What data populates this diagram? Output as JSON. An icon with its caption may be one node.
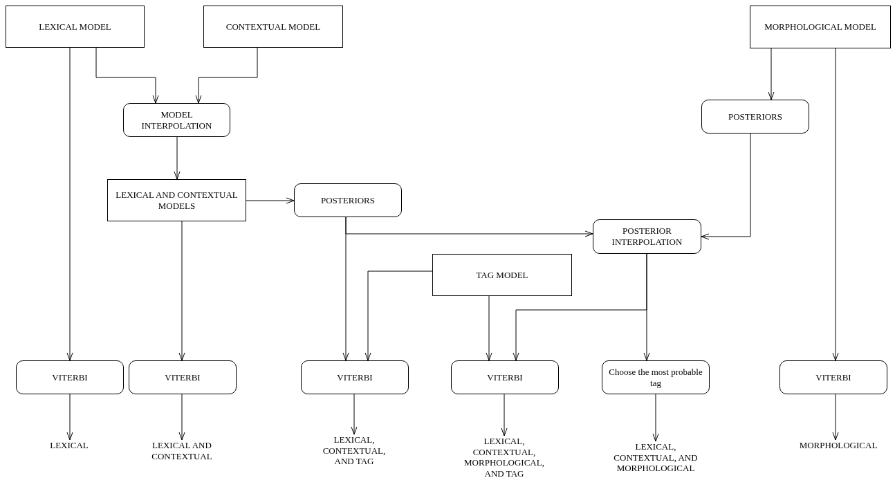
{
  "diagram": {
    "nodes": [
      {
        "text": [
          "LEXICAL MODEL"
        ]
      },
      {
        "text": [
          "CONTEXTUAL MODEL"
        ]
      },
      {
        "text": [
          "MORPHOLOGICAL MODEL"
        ]
      },
      {
        "text": [
          "MODEL INTERPOLATION"
        ]
      },
      {
        "text": [
          "POSTERIORS"
        ]
      },
      {
        "text": [
          "LEXICAL AND CONTEXTUAL MODELS"
        ]
      },
      {
        "text": [
          "POSTERIORS"
        ]
      },
      {
        "text": [
          "POSTERIOR INTERPOLATION"
        ]
      },
      {
        "text": [
          "TAG MODEL"
        ]
      },
      {
        "text": [
          "VITERBI"
        ]
      },
      {
        "text": [
          "VITERBI"
        ]
      },
      {
        "text": [
          "VITERBI"
        ]
      },
      {
        "text": [
          "VITERBI"
        ]
      },
      {
        "text": [
          "Choose the most probable tag"
        ]
      },
      {
        "text": [
          "VITERBI"
        ]
      },
      {
        "text": [
          "LEXICAL"
        ]
      },
      {
        "text": [
          "LEXICAL AND CONTEXTUAL"
        ]
      },
      {
        "text": [
          "LEXICAL, CONTEXTUAL, AND TAG"
        ]
      },
      {
        "text": [
          "LEXICAL, CONTEXTUAL, MORPHOLOGICAL, AND TAG"
        ]
      },
      {
        "text": [
          "LEXICAL, CONTEXTUAL, AND MORPHOLOGICAL"
        ]
      },
      {
        "text": [
          "MORPHOLOGICAL"
        ]
      }
    ],
    "edges": [
      {
        "from": 0,
        "to": 3,
        "arrow": "to"
      },
      {
        "from": 1,
        "to": 3,
        "arrow": "to"
      },
      {
        "from": 0,
        "to": 9,
        "arrow": "to"
      },
      {
        "from": 3,
        "to": 5,
        "arrow": "to"
      },
      {
        "from": 5,
        "to": 6,
        "arrow": "to"
      },
      {
        "from": 5,
        "to": 10,
        "arrow": "to"
      },
      {
        "from": 6,
        "to": 7,
        "arrow": "to"
      },
      {
        "from": 6,
        "to": 11,
        "arrow": "to"
      },
      {
        "from": 8,
        "to": 11,
        "arrow": "to"
      },
      {
        "from": 8,
        "to": 12,
        "arrow": "to"
      },
      {
        "from": 7,
        "to": 12,
        "arrow": "to"
      },
      {
        "from": 7,
        "to": 13,
        "arrow": "to"
      },
      {
        "from": 2,
        "to": 4,
        "arrow": "to"
      },
      {
        "from": 4,
        "to": 7,
        "arrow": "to"
      },
      {
        "from": 2,
        "to": 14,
        "arrow": "to"
      },
      {
        "from": 9,
        "to": 15,
        "arrow": "to"
      },
      {
        "from": 10,
        "to": 16,
        "arrow": "to"
      },
      {
        "from": 11,
        "to": 17,
        "arrow": "to"
      },
      {
        "from": 12,
        "to": 18,
        "arrow": "to"
      },
      {
        "from": 13,
        "to": 19,
        "arrow": "to"
      },
      {
        "from": 14,
        "to": 20,
        "arrow": "to"
      }
    ]
  }
}
